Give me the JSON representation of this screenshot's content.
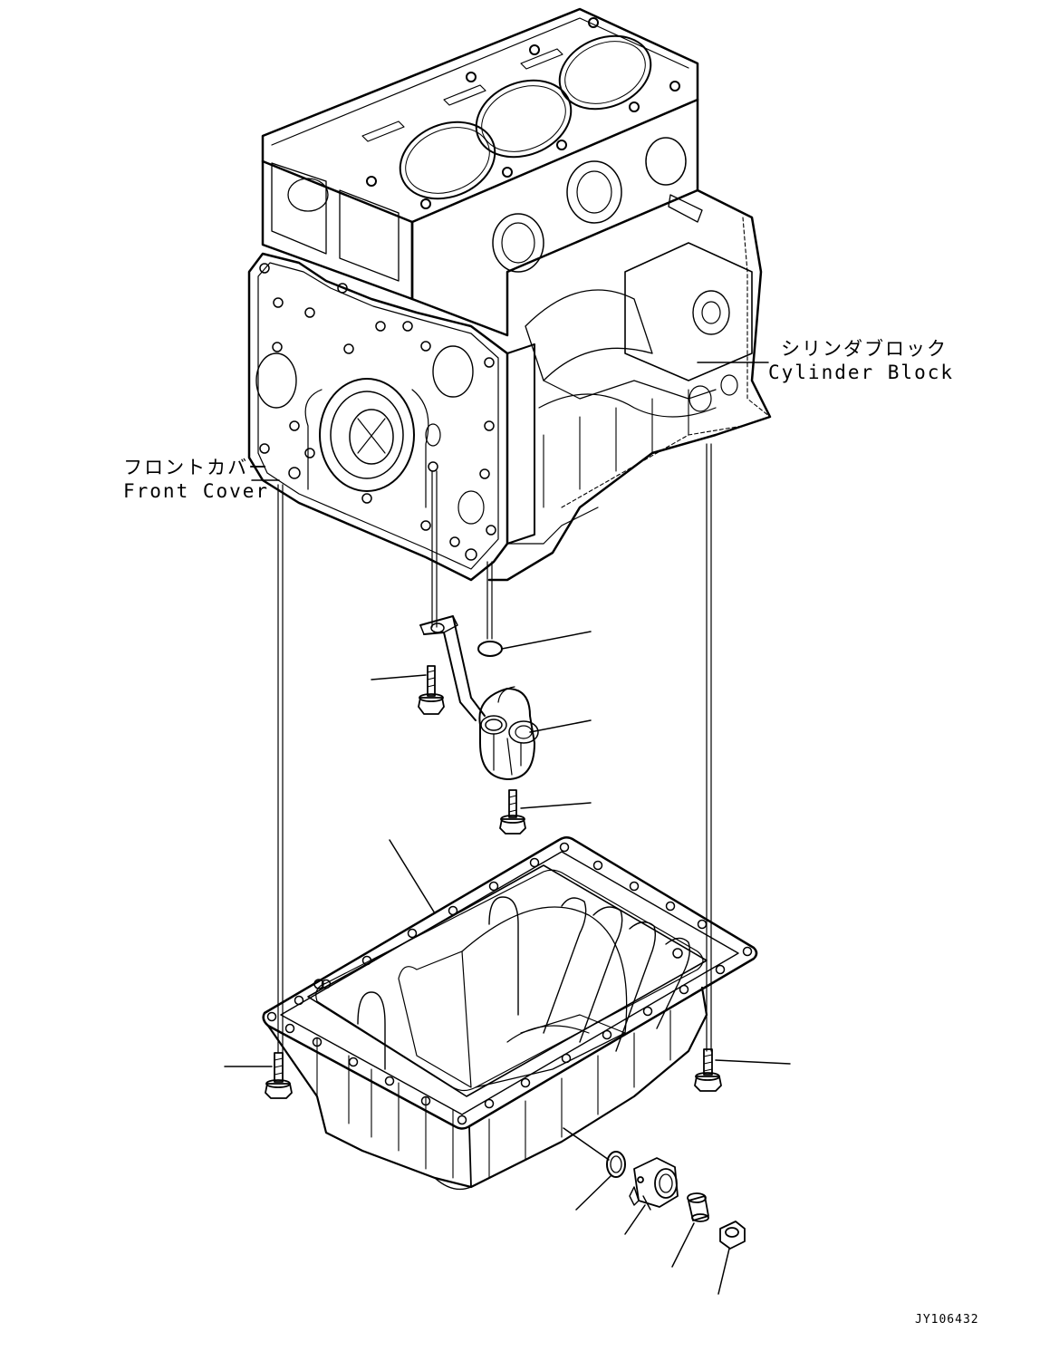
{
  "labels": {
    "cylinder_block_jp": "シリンダブロック",
    "cylinder_block_en": "Cylinder Block",
    "front_cover_jp": "フロントカバー",
    "front_cover_en": "Front Cover"
  },
  "drawing_code": "JY106432"
}
